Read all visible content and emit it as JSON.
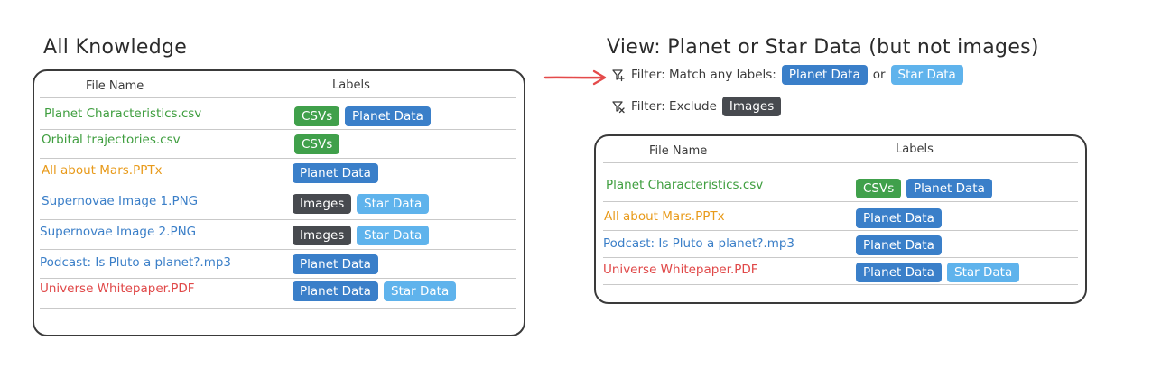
{
  "colors": {
    "csv_green": "#40a04b",
    "planet_blue": "#3a7fc9",
    "star_lightblue": "#5fb3ec",
    "images_dark": "#474a4f",
    "file_green": "#3f9e3f",
    "file_orange": "#e89a1a",
    "file_blue": "#3b7fc8",
    "file_red": "#e04848",
    "arrow_red": "#e44a4a"
  },
  "left": {
    "title": "All Knowledge",
    "header_file": "File Name",
    "header_labels": "Labels",
    "rows": [
      {
        "file": "Planet Characteristics.csv",
        "color": "green",
        "labels": [
          "CSVs",
          "Planet Data"
        ]
      },
      {
        "file": "Orbital trajectories.csv",
        "color": "green",
        "labels": [
          "CSVs"
        ]
      },
      {
        "file": "All about Mars.PPTx",
        "color": "orange",
        "labels": [
          "Planet Data"
        ]
      },
      {
        "file": "Supernovae Image 1.PNG",
        "color": "blue",
        "labels": [
          "Images",
          "Star Data"
        ]
      },
      {
        "file": "Supernovae Image 2.PNG",
        "color": "blue",
        "labels": [
          "Images",
          "Star Data"
        ]
      },
      {
        "file": "Podcast: Is Pluto a planet?.mp3",
        "color": "blue",
        "labels": [
          "Planet Data"
        ]
      },
      {
        "file": "Universe Whitepaper.PDF",
        "color": "red",
        "labels": [
          "Planet Data",
          "Star Data"
        ]
      }
    ]
  },
  "right": {
    "title": "View: Planet or Star Data (but not images)",
    "filter1": {
      "text": "Filter: Match any labels:",
      "label_a": "Planet Data",
      "joiner": "or",
      "label_b": "Star Data"
    },
    "filter2": {
      "text": "Filter: Exclude",
      "label": "Images"
    },
    "header_file": "File Name",
    "header_labels": "Labels",
    "rows": [
      {
        "file": "Planet Characteristics.csv",
        "color": "green",
        "labels": [
          "CSVs",
          "Planet Data"
        ]
      },
      {
        "file": "All about Mars.PPTx",
        "color": "orange",
        "labels": [
          "Planet Data"
        ]
      },
      {
        "file": "Podcast: Is Pluto a planet?.mp3",
        "color": "blue",
        "labels": [
          "Planet Data"
        ]
      },
      {
        "file": "Universe Whitepaper.PDF",
        "color": "red",
        "labels": [
          "Planet Data",
          "Star Data"
        ]
      }
    ]
  }
}
